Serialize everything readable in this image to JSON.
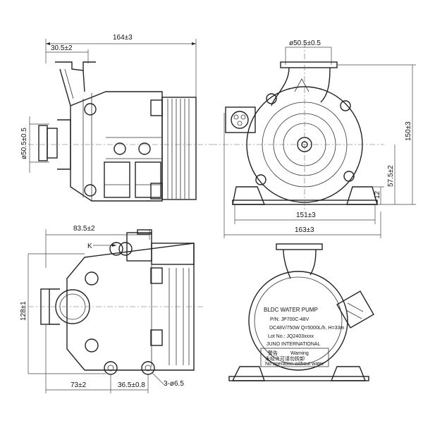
{
  "dimensions": {
    "overall_length": "164±3",
    "inlet_offset": "30.5±2",
    "inlet_diameter_side": "ø50.5±0.5",
    "outlet_diameter_top": "ø50.5±0.5",
    "total_height": "150±3",
    "axis_height": "57.5±2",
    "foot_height": "12",
    "foot_span": "151±3",
    "overall_width": "163±3",
    "connector_offset": "83.5±2",
    "body_height": "128±1",
    "foot_offset": "73±2",
    "hole_spacing": "36.5±0.8",
    "mount_holes": "3-ø6.5",
    "view_marker": "K"
  },
  "nameplate": {
    "title": "BLDC WATER PUMP",
    "pn": "P/N: JP700C-48V",
    "ratings": "DC48V/750W  Q=5000L/h, H=33m",
    "lot": "Lot No.: JQ2403xxxx",
    "maker": "JUNO INTERNATIONAL",
    "warning_cn": "警告",
    "warning_en": "Warning",
    "warning_line1": "未经许可请勿拆卸",
    "warning_line2": "No operation without water"
  }
}
